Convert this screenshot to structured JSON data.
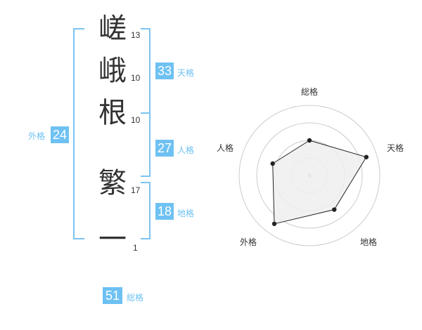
{
  "name_chars": [
    {
      "char": "嵯",
      "strokes": "13"
    },
    {
      "char": "峨",
      "strokes": "10"
    },
    {
      "char": "根",
      "strokes": "10"
    },
    {
      "char": "繁",
      "strokes": "17"
    },
    {
      "char": "一",
      "strokes": "1"
    }
  ],
  "fortune": {
    "tenkaku": {
      "value": "33",
      "label": "天格"
    },
    "jinkaku": {
      "value": "27",
      "label": "人格"
    },
    "chikaku": {
      "value": "18",
      "label": "地格"
    },
    "gaikaku": {
      "value": "24",
      "label": "外格"
    },
    "soukaku": {
      "value": "51",
      "label": "総格"
    }
  },
  "radar": {
    "axes": [
      "総格",
      "天格",
      "地格",
      "外格",
      "人格"
    ],
    "levels": [
      0.5,
      0.85,
      0.6,
      0.85,
      0.55
    ],
    "colors": {
      "fill": "#eeeeee",
      "stroke": "#222222",
      "grid": "#cccccc"
    }
  }
}
